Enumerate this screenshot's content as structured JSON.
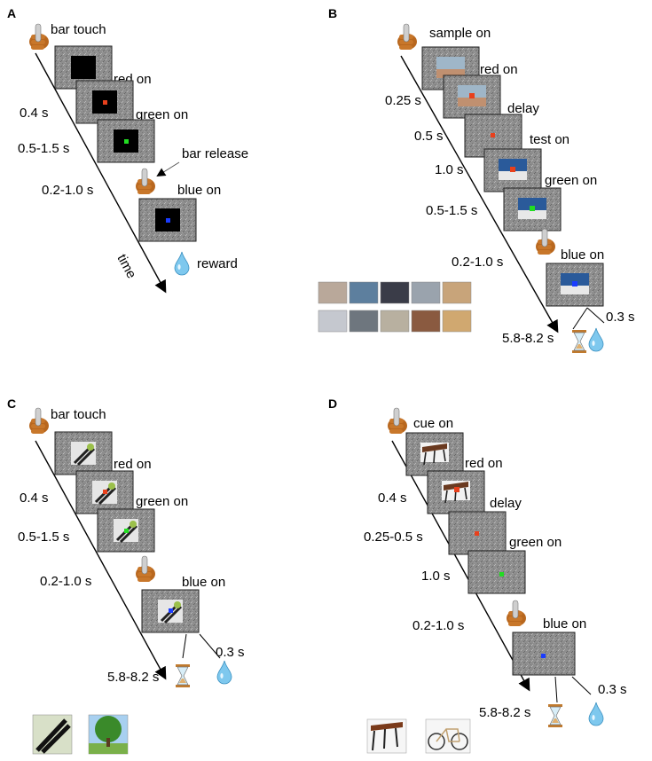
{
  "panels": {
    "A": {
      "letter": "A",
      "events": [
        "bar touch",
        "red on",
        "green on",
        "bar release",
        "blue on",
        "reward"
      ],
      "durations": [
        "0.4 s",
        "0.5-1.5 s",
        "0.2-1.0 s"
      ],
      "axis_label": "time"
    },
    "B": {
      "letter": "B",
      "events": [
        "sample on",
        "red on",
        "delay",
        "test on",
        "green on",
        "blue on"
      ],
      "durations": [
        "0.25 s",
        "0.5 s",
        "1.0 s",
        "0.5-1.5 s",
        "0.2-1.0 s",
        "5.8-8.2 s",
        "0.3 s"
      ]
    },
    "C": {
      "letter": "C",
      "events": [
        "bar touch",
        "red on",
        "green on",
        "blue on"
      ],
      "durations": [
        "0.4 s",
        "0.5-1.5 s",
        "0.2-1.0 s",
        "5.8-8.2 s",
        "0.3 s"
      ]
    },
    "D": {
      "letter": "D",
      "events": [
        "cue on",
        "red on",
        "delay",
        "green on",
        "blue on"
      ],
      "durations": [
        "0.4 s",
        "0.25-0.5 s",
        "1.0 s",
        "0.2-1.0 s",
        "5.8-8.2 s",
        "0.3 s"
      ]
    }
  },
  "colors": {
    "red_dot": "#e8401c",
    "green_dot": "#22dd22",
    "blue_dot": "#1a3cff",
    "screen_gray": "#8c8c8c",
    "hand": "#b8671e",
    "drop": "#7ec8ee",
    "hourglass": "#c07a2e"
  },
  "icons": [
    "hand-bar-icon",
    "water-drop-icon",
    "hourglass-icon"
  ]
}
